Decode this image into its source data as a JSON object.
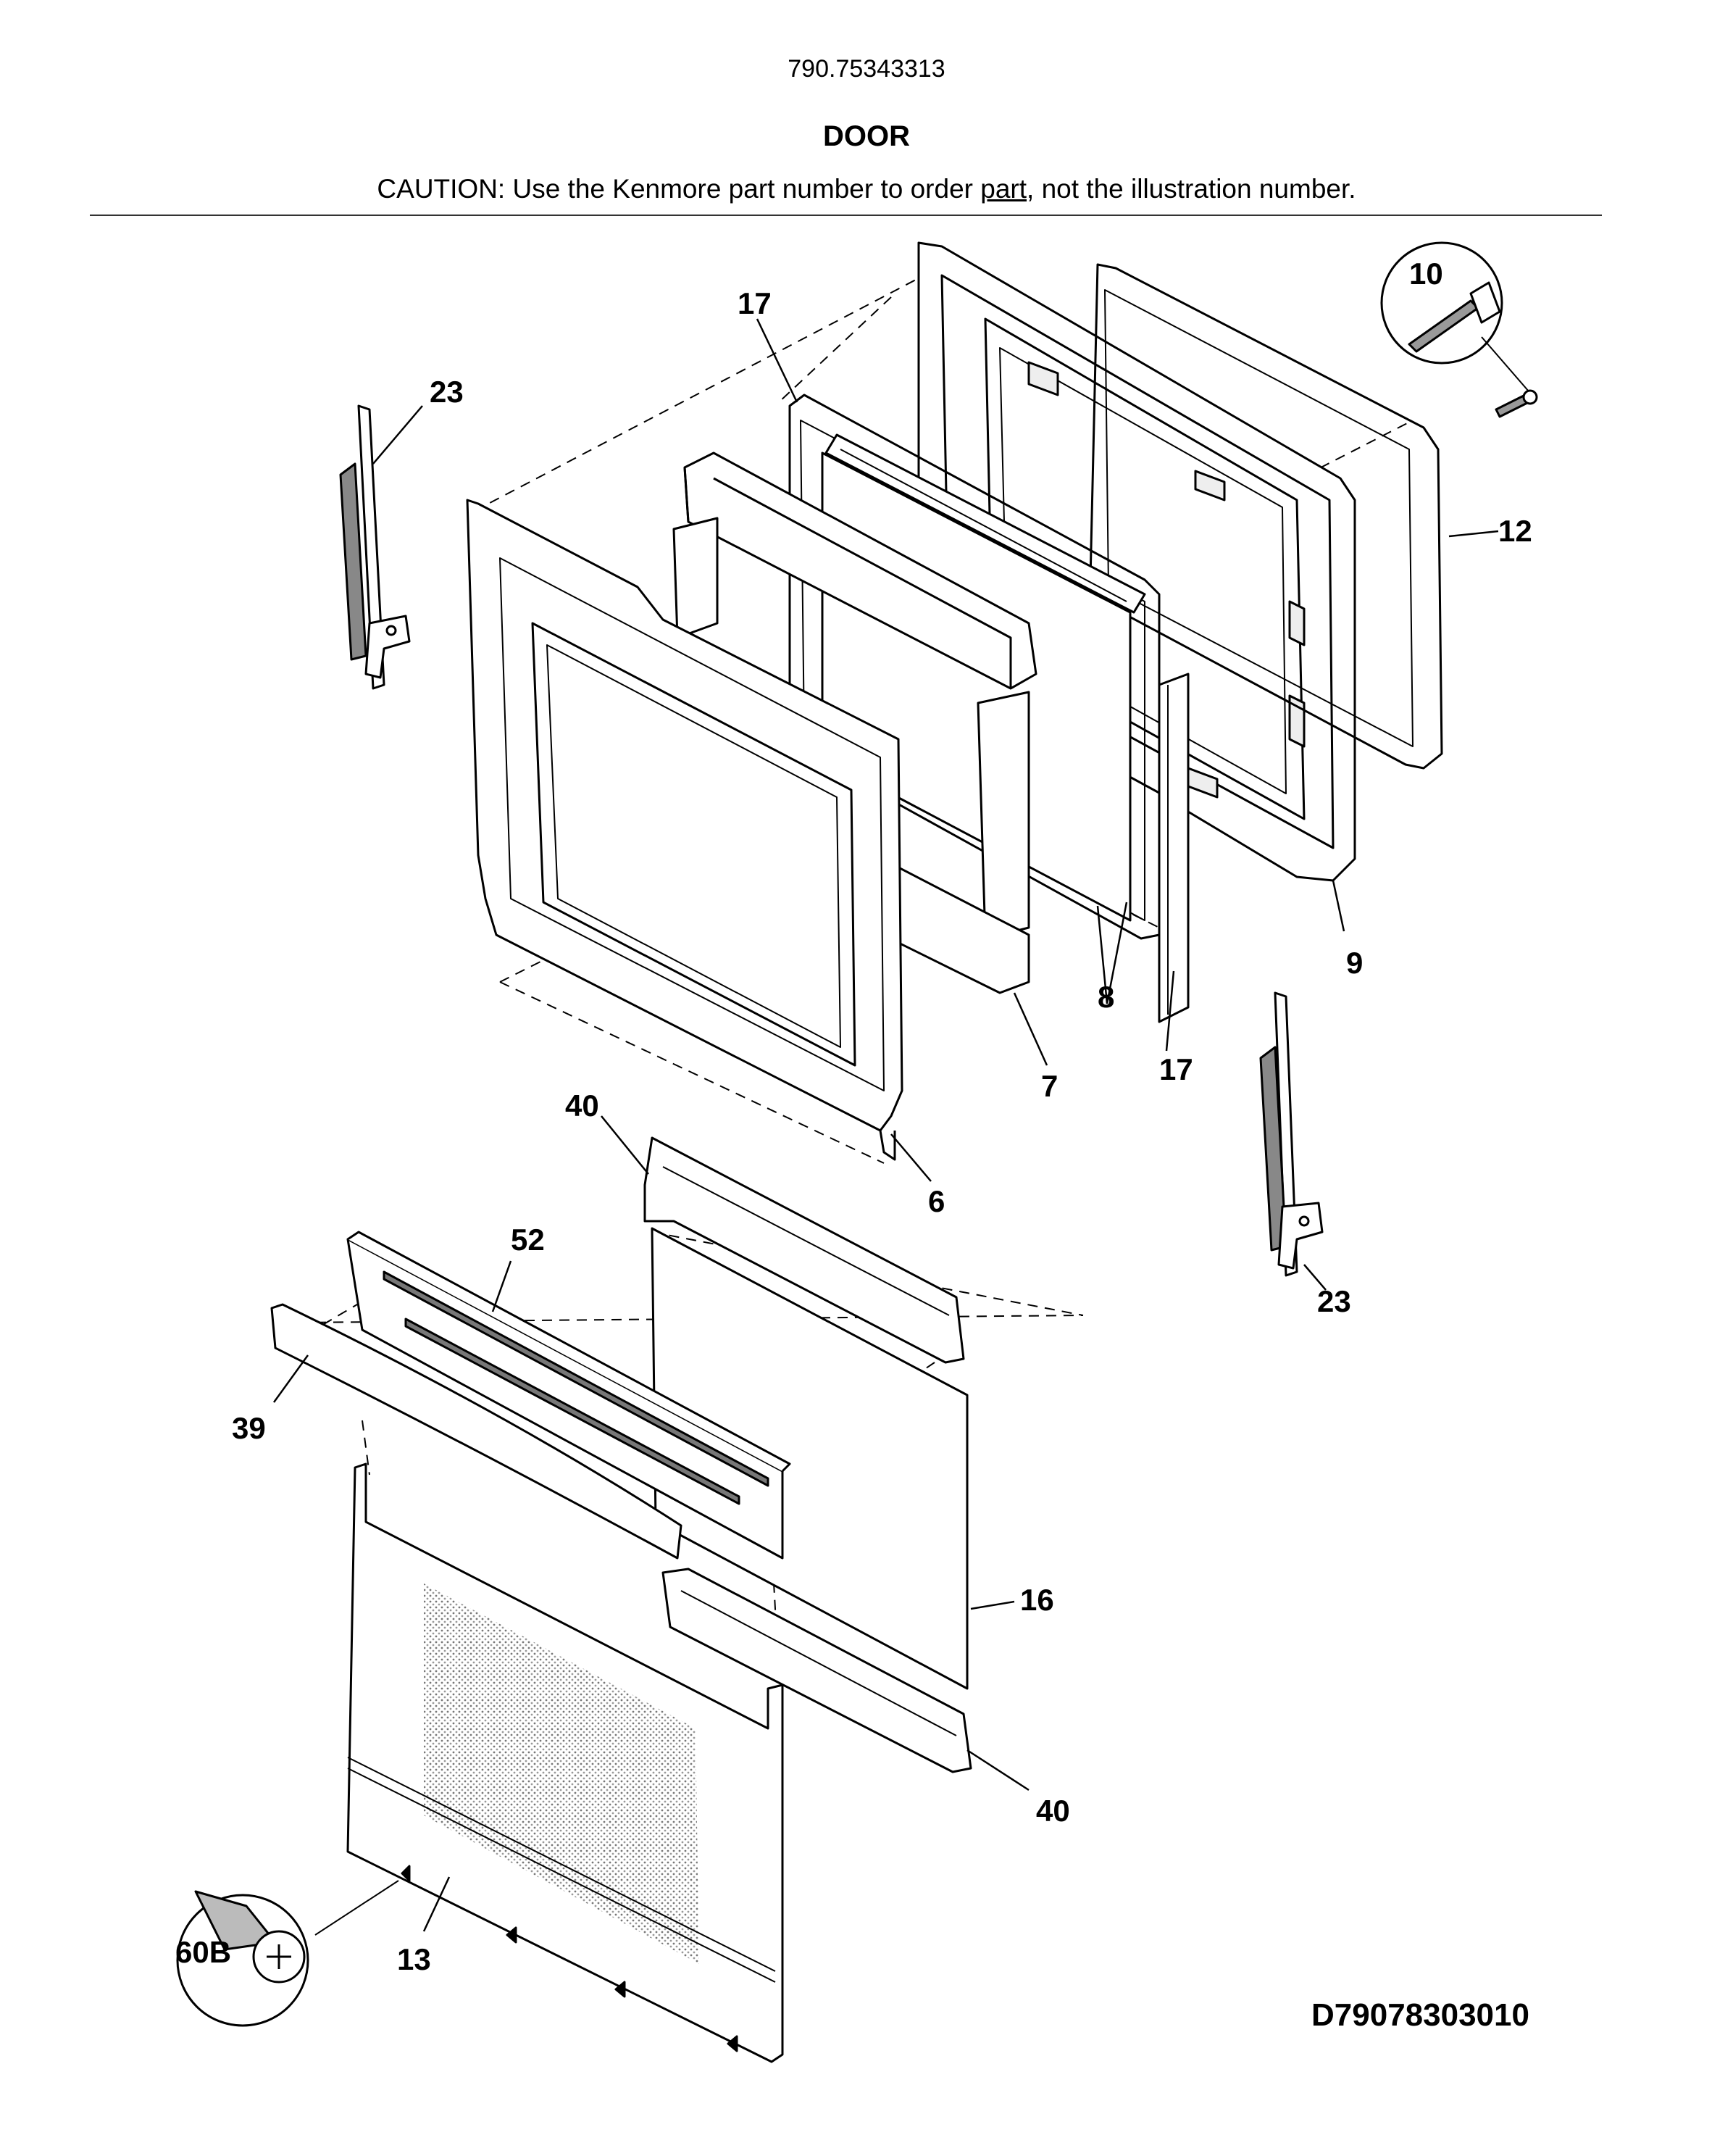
{
  "header": {
    "model_number": "790.75343313",
    "section_title": "DOOR",
    "caution_prefix": "CAUTION: Use the Kenmore part number to order ",
    "caution_link": "part",
    "caution_suffix": ", not the illustration number."
  },
  "callouts": {
    "c17a": "17",
    "c23a": "23",
    "c10": "10",
    "c12": "12",
    "c9": "9",
    "c8": "8",
    "c17b": "17",
    "c7": "7",
    "c40a": "40",
    "c6": "6",
    "c52": "52",
    "c39": "39",
    "c23b": "23",
    "c16": "16",
    "c40b": "40",
    "c60b": "60B",
    "c13": "13"
  },
  "diagram_id": "D79078303010"
}
